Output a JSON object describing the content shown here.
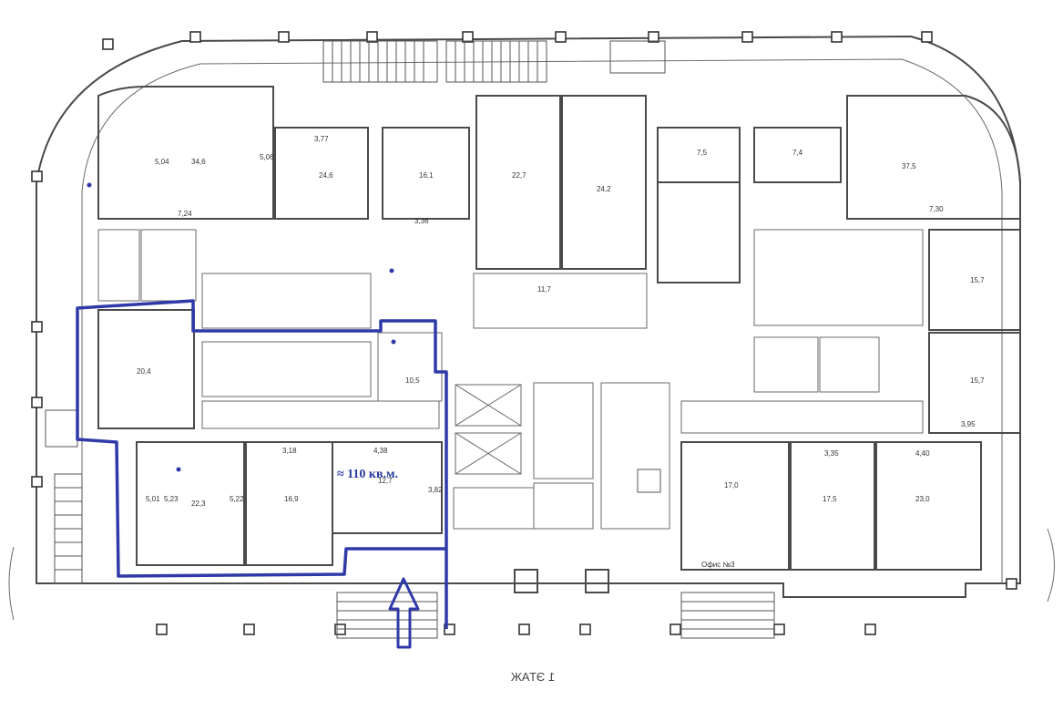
{
  "plan": {
    "floor_label": "1 ЭТАЖ",
    "highlight_area_label": "≈ 110 кв.м.",
    "highlight_color": "#2f3aa8",
    "entrance_arrow": "up-arrow-icon"
  },
  "rooms": [
    {
      "id": "r-nw-big",
      "label": "34,6"
    },
    {
      "id": "r-n-1",
      "label": "24,6"
    },
    {
      "id": "r-n-2",
      "label": "16,1"
    },
    {
      "id": "r-n-3",
      "label": "22,7"
    },
    {
      "id": "r-n-4",
      "label": "24,2"
    },
    {
      "id": "r-n-5",
      "label": "7,5"
    },
    {
      "id": "r-n-6",
      "label": "7,4"
    },
    {
      "id": "r-ne-big",
      "label": "37,5"
    },
    {
      "id": "r-w-5",
      "label": "20,4"
    },
    {
      "id": "r-sw-1",
      "label": "22,3"
    },
    {
      "id": "r-sw-2",
      "label": "16,9"
    },
    {
      "id": "r-s-1",
      "label": "12,7"
    },
    {
      "id": "r-s-2",
      "label": "17,0"
    },
    {
      "id": "r-s-3",
      "label": "17,5"
    },
    {
      "id": "r-se-1",
      "label": "23,0"
    },
    {
      "id": "r-e-1",
      "label": "15,7"
    },
    {
      "id": "r-e-2",
      "label": "15,7"
    },
    {
      "id": "r-c-1",
      "label": "11,7"
    },
    {
      "id": "r-c-2",
      "label": "10,5"
    }
  ],
  "misc": {
    "office_label": "Офис №3",
    "dims": [
      "3,77",
      "3,36",
      "7,24",
      "5,04",
      "5,06",
      "4,38",
      "5,23",
      "5,22",
      "3,82",
      "3,18",
      "4,40",
      "3,95",
      "5,01",
      "3,35",
      "7,30"
    ]
  }
}
